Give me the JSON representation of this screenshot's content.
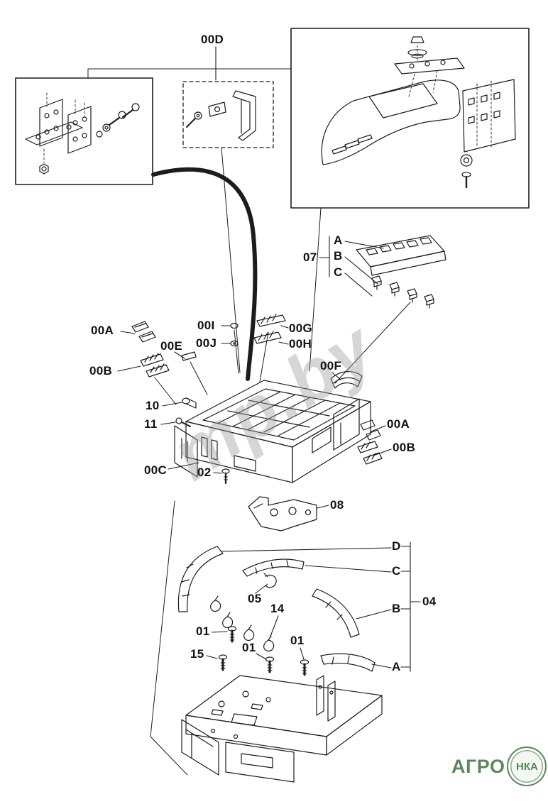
{
  "figure": {
    "watermark": "mp.by",
    "ink_color": "#1c1c1c",
    "brand": {
      "name": "АГРО",
      "badge": "НКА",
      "color": "#4e7e4e"
    }
  },
  "callouts": [
    {
      "id": "00d",
      "text": "00D"
    },
    {
      "id": "07",
      "text": "07"
    },
    {
      "id": "switch-a",
      "text": "A"
    },
    {
      "id": "switch-b",
      "text": "B"
    },
    {
      "id": "switch-c",
      "text": "C"
    },
    {
      "id": "00a-left",
      "text": "00A"
    },
    {
      "id": "00i",
      "text": "00I"
    },
    {
      "id": "00g",
      "text": "00G"
    },
    {
      "id": "00e",
      "text": "00E"
    },
    {
      "id": "00j",
      "text": "00J"
    },
    {
      "id": "00h",
      "text": "00H"
    },
    {
      "id": "00b-left",
      "text": "00B"
    },
    {
      "id": "00f",
      "text": "00F"
    },
    {
      "id": "10",
      "text": "10"
    },
    {
      "id": "11",
      "text": "11"
    },
    {
      "id": "00a-right",
      "text": "00A"
    },
    {
      "id": "00b-right",
      "text": "00B"
    },
    {
      "id": "00c",
      "text": "00C"
    },
    {
      "id": "02",
      "text": "02"
    },
    {
      "id": "08",
      "text": "08"
    },
    {
      "id": "trim-d",
      "text": "D"
    },
    {
      "id": "trim-c",
      "text": "C"
    },
    {
      "id": "05",
      "text": "05"
    },
    {
      "id": "trim-b",
      "text": "B"
    },
    {
      "id": "04",
      "text": "04"
    },
    {
      "id": "14",
      "text": "14"
    },
    {
      "id": "01-1",
      "text": "01"
    },
    {
      "id": "01-2",
      "text": "01"
    },
    {
      "id": "01-3",
      "text": "01"
    },
    {
      "id": "15",
      "text": "15"
    },
    {
      "id": "trim-a",
      "text": "A"
    }
  ]
}
